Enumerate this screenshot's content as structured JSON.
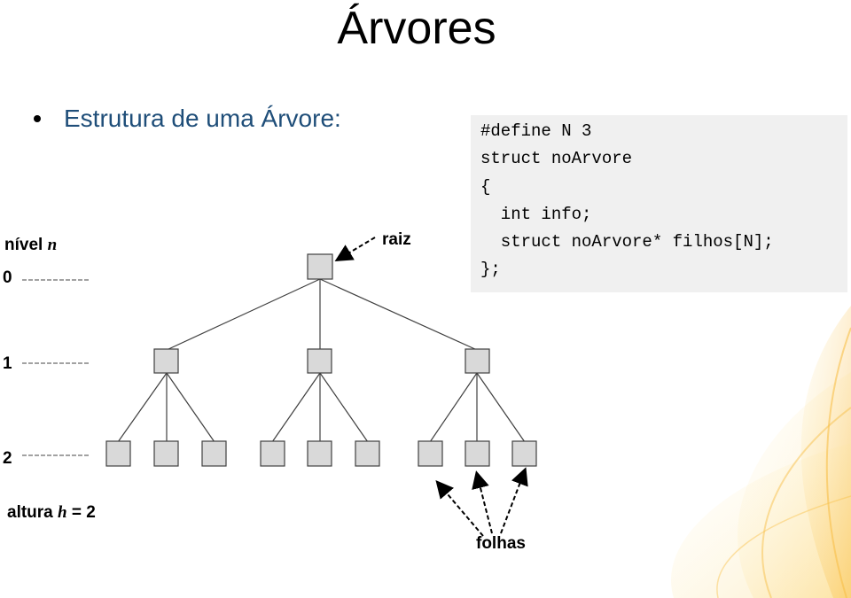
{
  "slide": {
    "title": "Árvores",
    "bullet": "Estrutura de uma Árvore:"
  },
  "code": {
    "lines": [
      "#define N 3",
      "struct noArvore",
      "{",
      "  int info;",
      "  struct noArvore* filhos[N];",
      "};"
    ]
  },
  "diagram": {
    "level_label": "nível",
    "level_var": "n",
    "levels": [
      "0",
      "1",
      "2"
    ],
    "root_label": "raiz",
    "leaves_label": "folhas",
    "height_label": "altura",
    "height_var": "h",
    "height_value": "= 2"
  },
  "colors": {
    "node_fill": "#d9d9d9",
    "node_stroke": "#404040",
    "code_bg": "#f0f0f0",
    "bullet_text": "#1f4e79",
    "accent_swirl": "#f6b93b"
  }
}
